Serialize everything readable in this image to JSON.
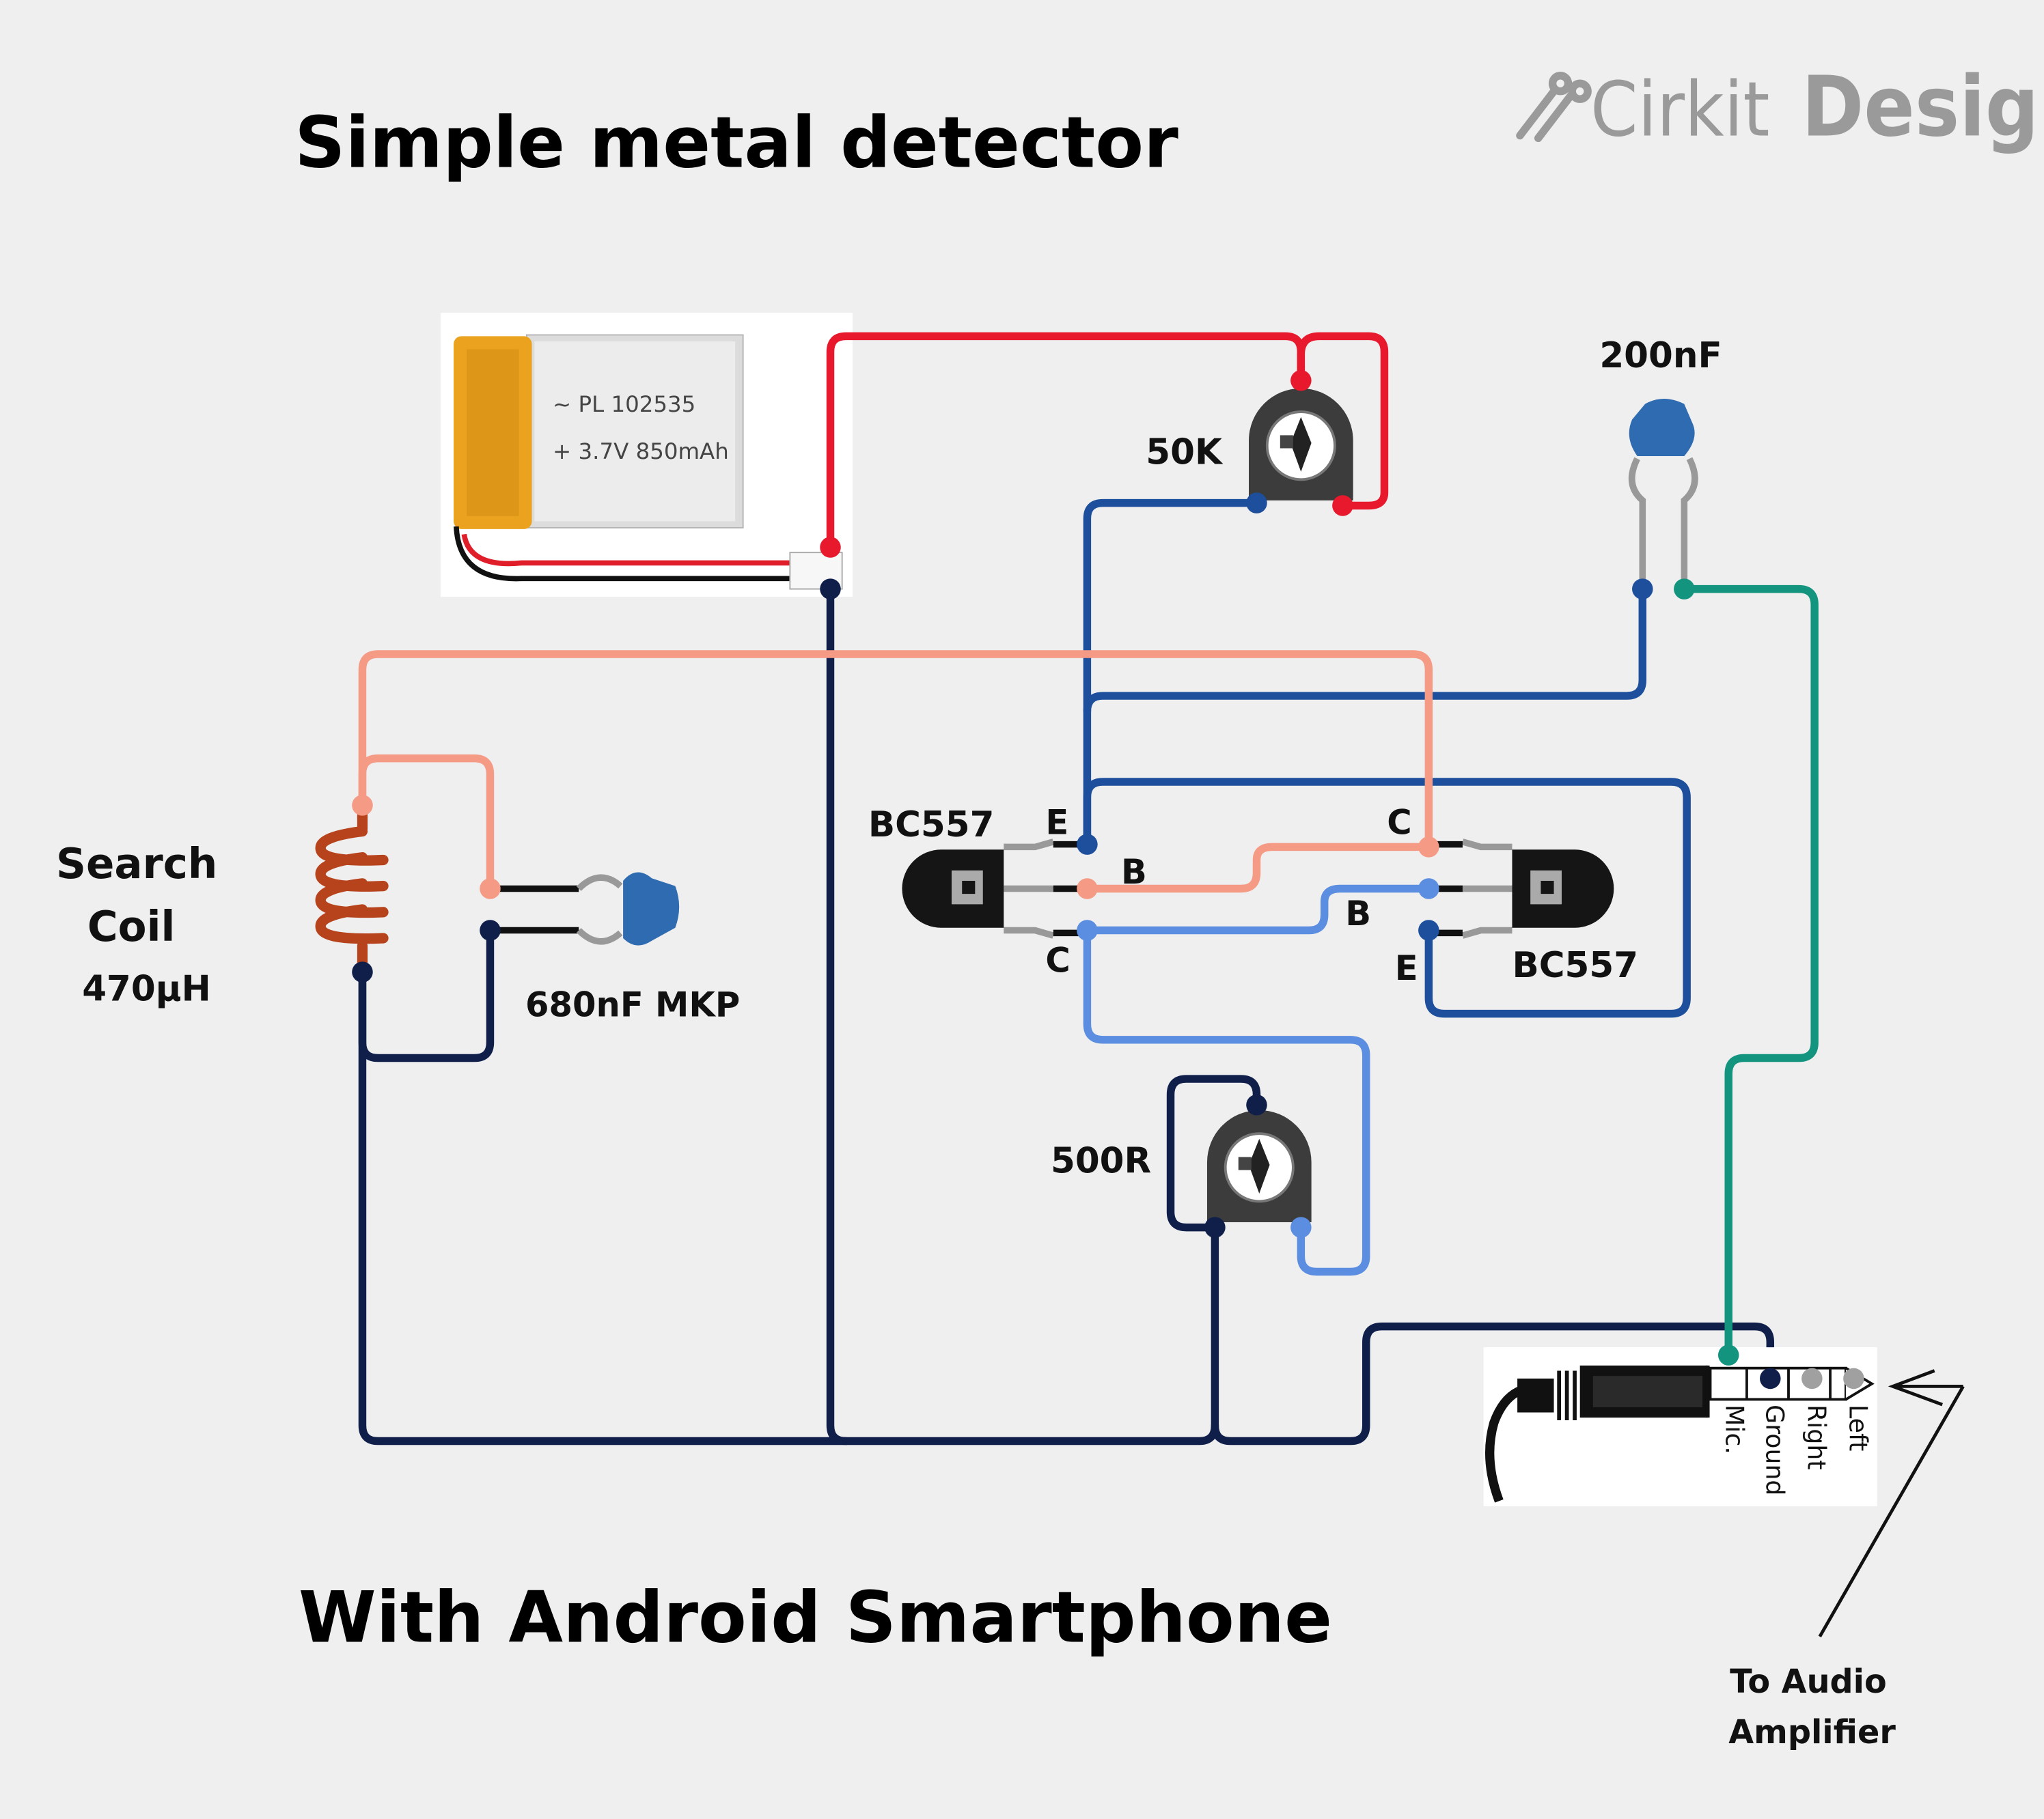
{
  "title": "Simple metal detector",
  "subtitle": "With Android Smartphone",
  "brand": {
    "prefix": "Cirkit",
    "suffix": "Design"
  },
  "battery": {
    "line1": "~ PL 102535",
    "line2": "+ 3.7V 850mAh"
  },
  "labels": {
    "pot_top": "50K",
    "pot_bottom": "500R",
    "cap_top": "200nF",
    "cap_coil": "680nF MKP",
    "coil_name_1": "Search",
    "coil_name_2": "Coil",
    "coil_value": "470µH",
    "q1_name": "BC557",
    "q2_name": "BC557",
    "q1_e": "E",
    "q1_b": "B",
    "q1_c": "C",
    "q2_c": "C",
    "q2_b": "B",
    "q2_e": "E",
    "jack_mic": "Mic.",
    "jack_ground": "Ground",
    "jack_right": "Right",
    "jack_left": "Left",
    "amp_1": "To Audio",
    "amp_2": "Amplifier"
  },
  "colors": {
    "wire_red": "#e8192c",
    "wire_navy": "#0f1f4a",
    "wire_blue": "#1d4f9c",
    "wire_lightblue": "#5b8de0",
    "wire_salmon": "#f59a85",
    "wire_teal": "#13947f",
    "coil": "#b6431c",
    "capacitor": "#2f6bb0",
    "background": "#efefef"
  }
}
